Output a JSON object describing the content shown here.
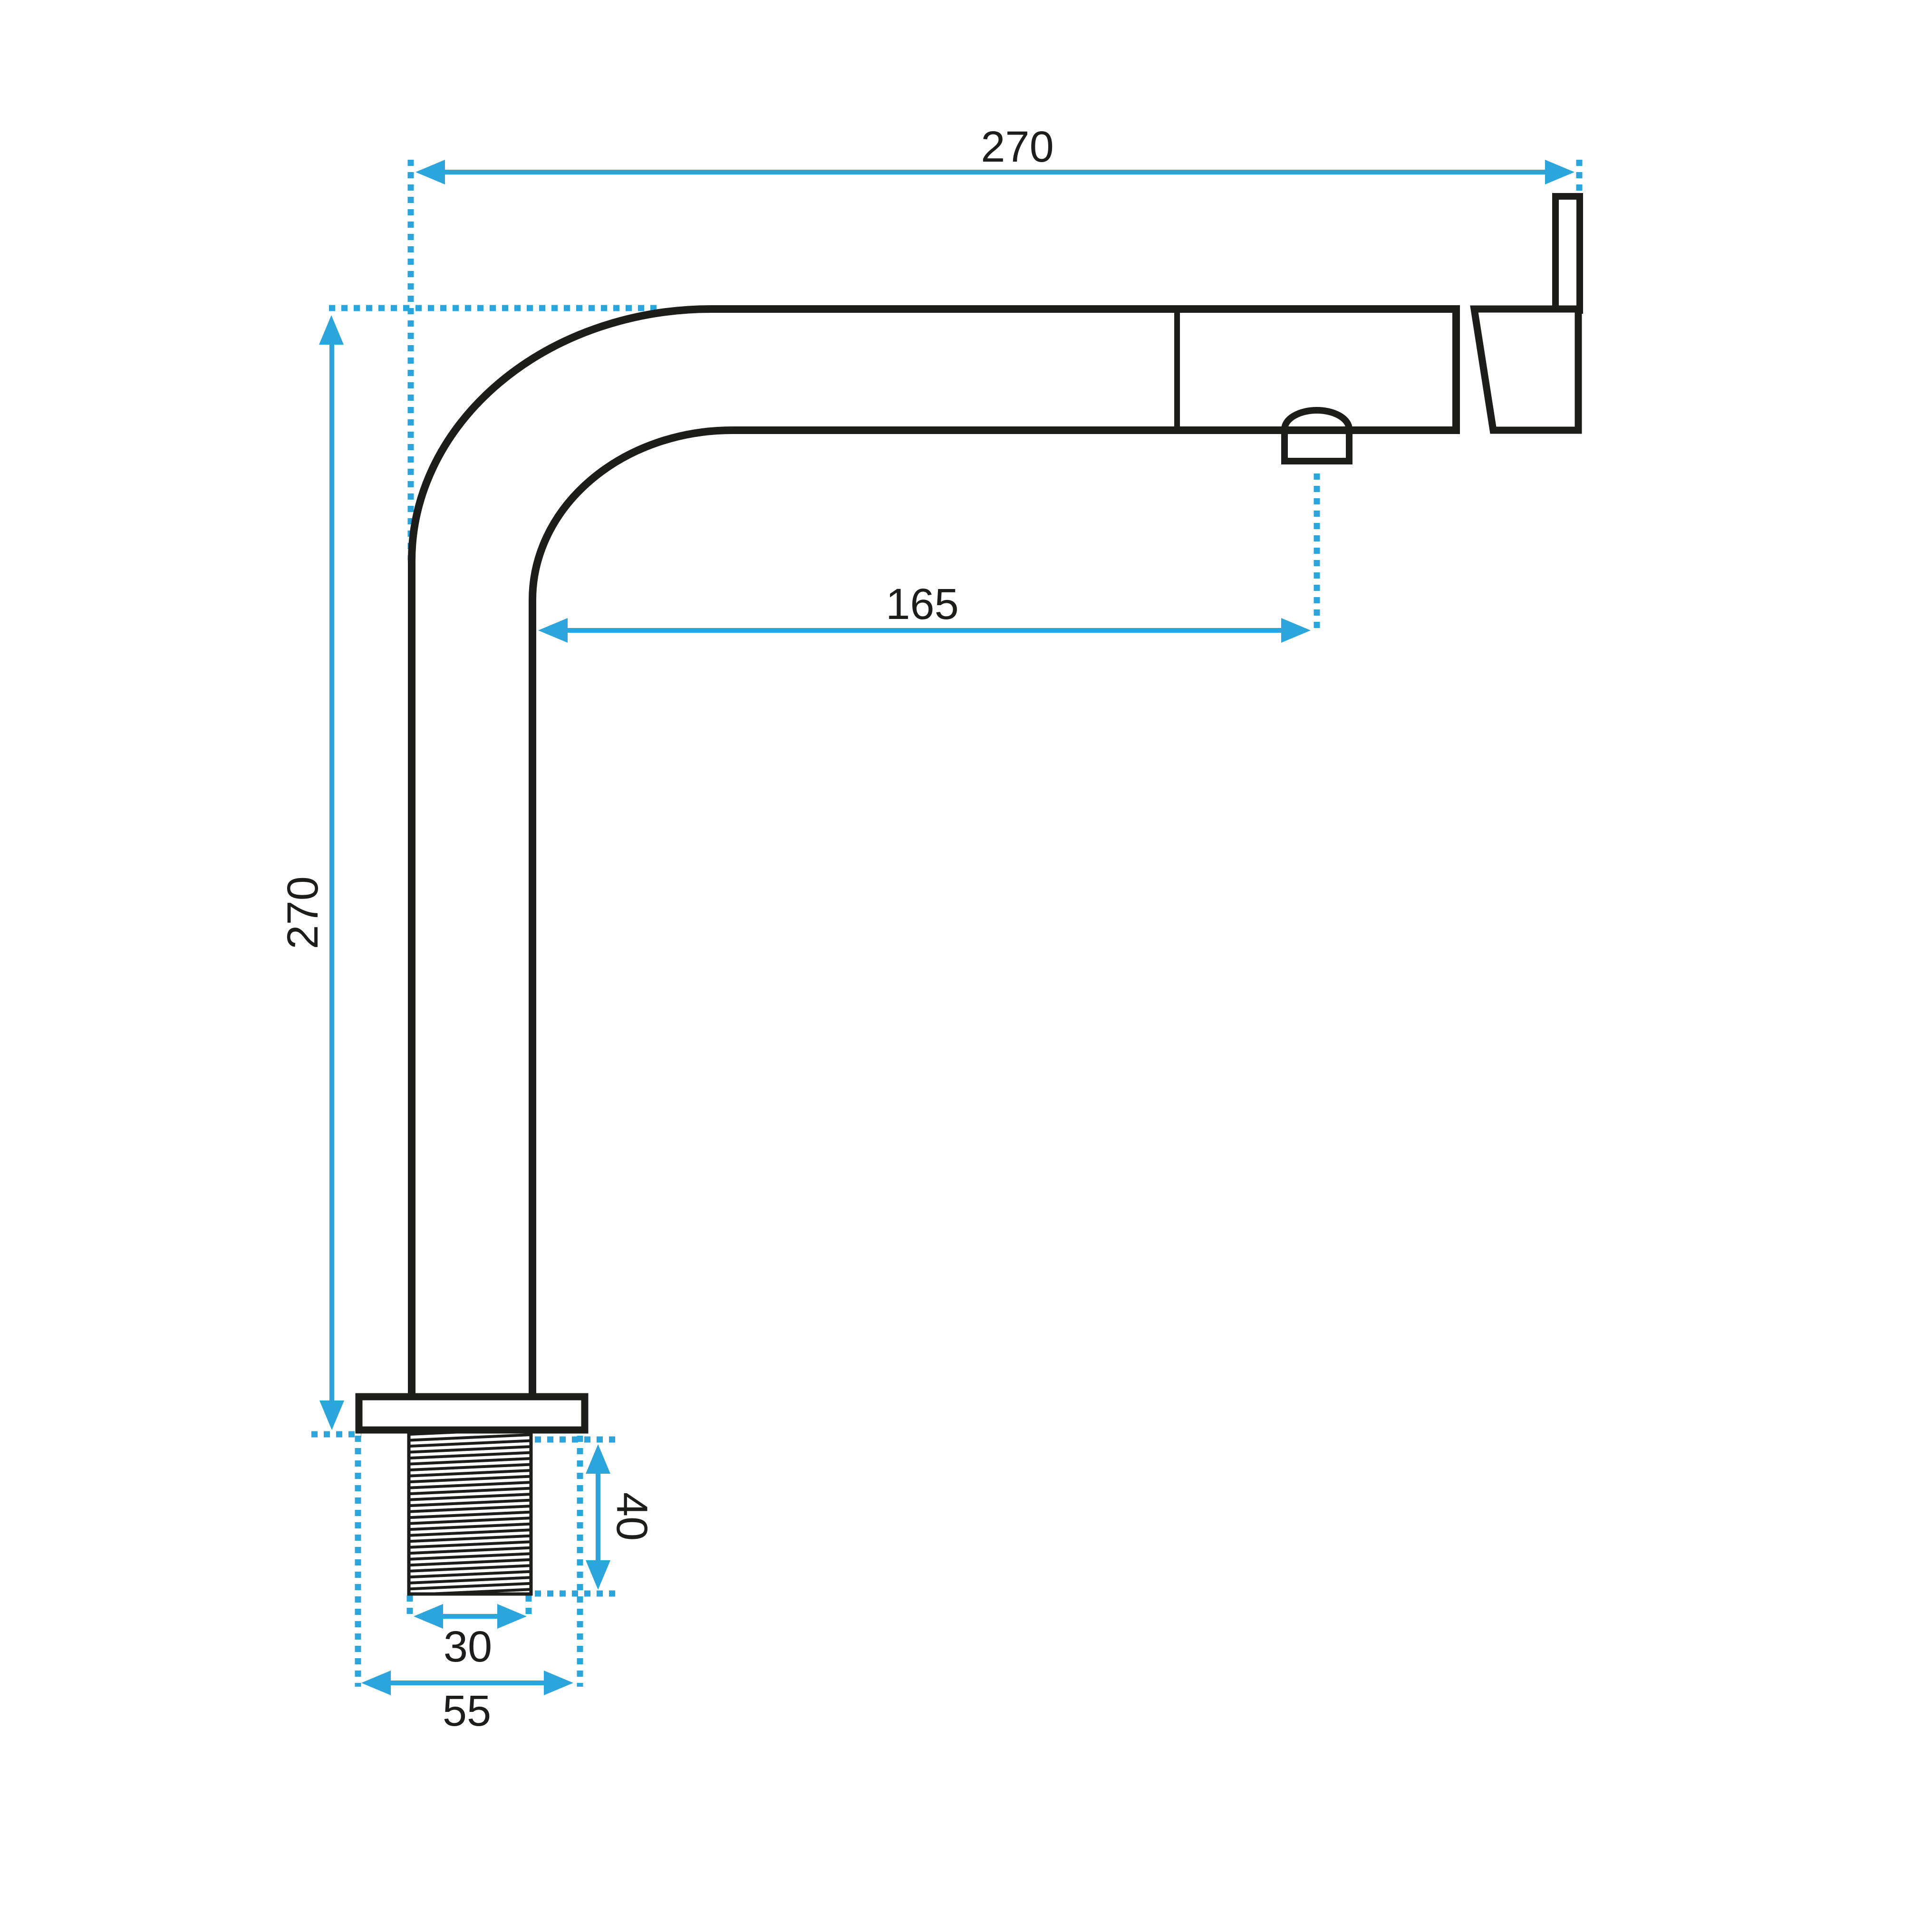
{
  "drawing": {
    "type": "technical-dimension-drawing",
    "subject": "kitchen faucet side profile with mounting thread",
    "colors": {
      "outline": "#1d1d1b",
      "dimension_accent": "#2ba5db",
      "background": "#ffffff"
    },
    "labels": {
      "overall_width": "270",
      "overall_height": "270",
      "spout_reach": "165",
      "thread_length": "40",
      "thread_diameter": "30",
      "base_width": "55"
    }
  }
}
